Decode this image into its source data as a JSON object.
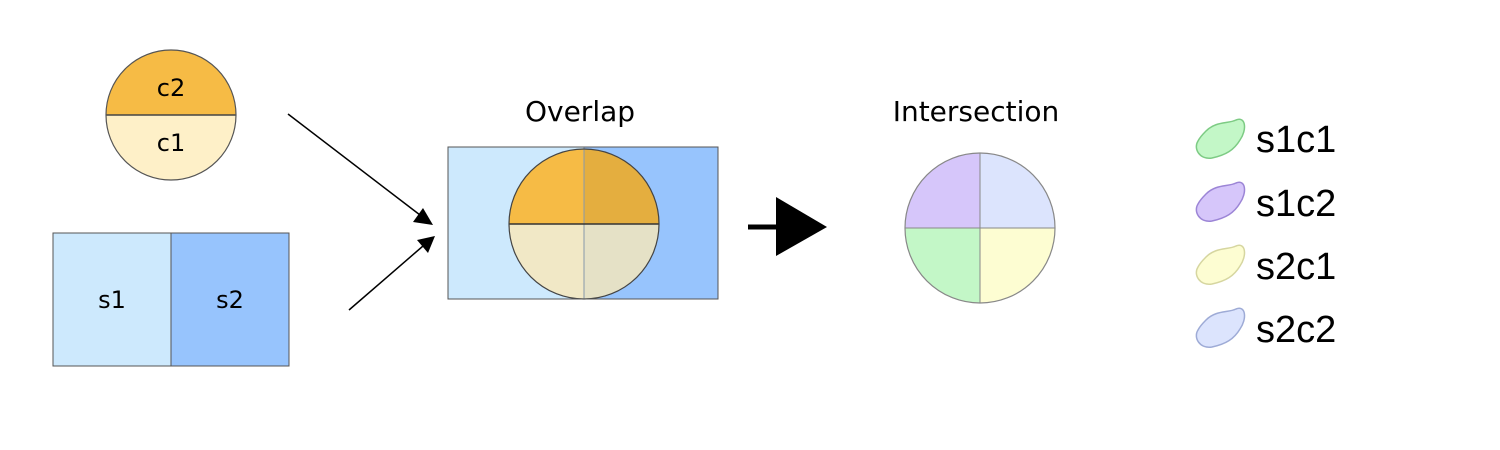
{
  "circle_input": {
    "top_label": "c2",
    "bottom_label": "c1",
    "top_color": "#F6BB45",
    "bottom_color": "#FEF0C8"
  },
  "square_input": {
    "left_label": "s1",
    "right_label": "s2",
    "left_color": "#CDE9FD",
    "right_color": "#97C4FD"
  },
  "overlap": {
    "title": "Overlap",
    "colors": {
      "s1c2": "#F6BB45",
      "s2c2": "#E4AE3F",
      "s1c1": "#F1E8C6",
      "s2c1": "#E5E1C6"
    }
  },
  "intersection": {
    "title": "Intersection"
  },
  "legend": {
    "items": [
      {
        "label": "s1c1",
        "color": "#C3F7C7",
        "stroke": "#7DCB84"
      },
      {
        "label": "s1c2",
        "color": "#D6C6FA",
        "stroke": "#9C85D6"
      },
      {
        "label": "s2c1",
        "color": "#FDFDD2",
        "stroke": "#D6D6A0"
      },
      {
        "label": "s2c2",
        "color": "#DCE4FD",
        "stroke": "#9EABD6"
      }
    ]
  }
}
